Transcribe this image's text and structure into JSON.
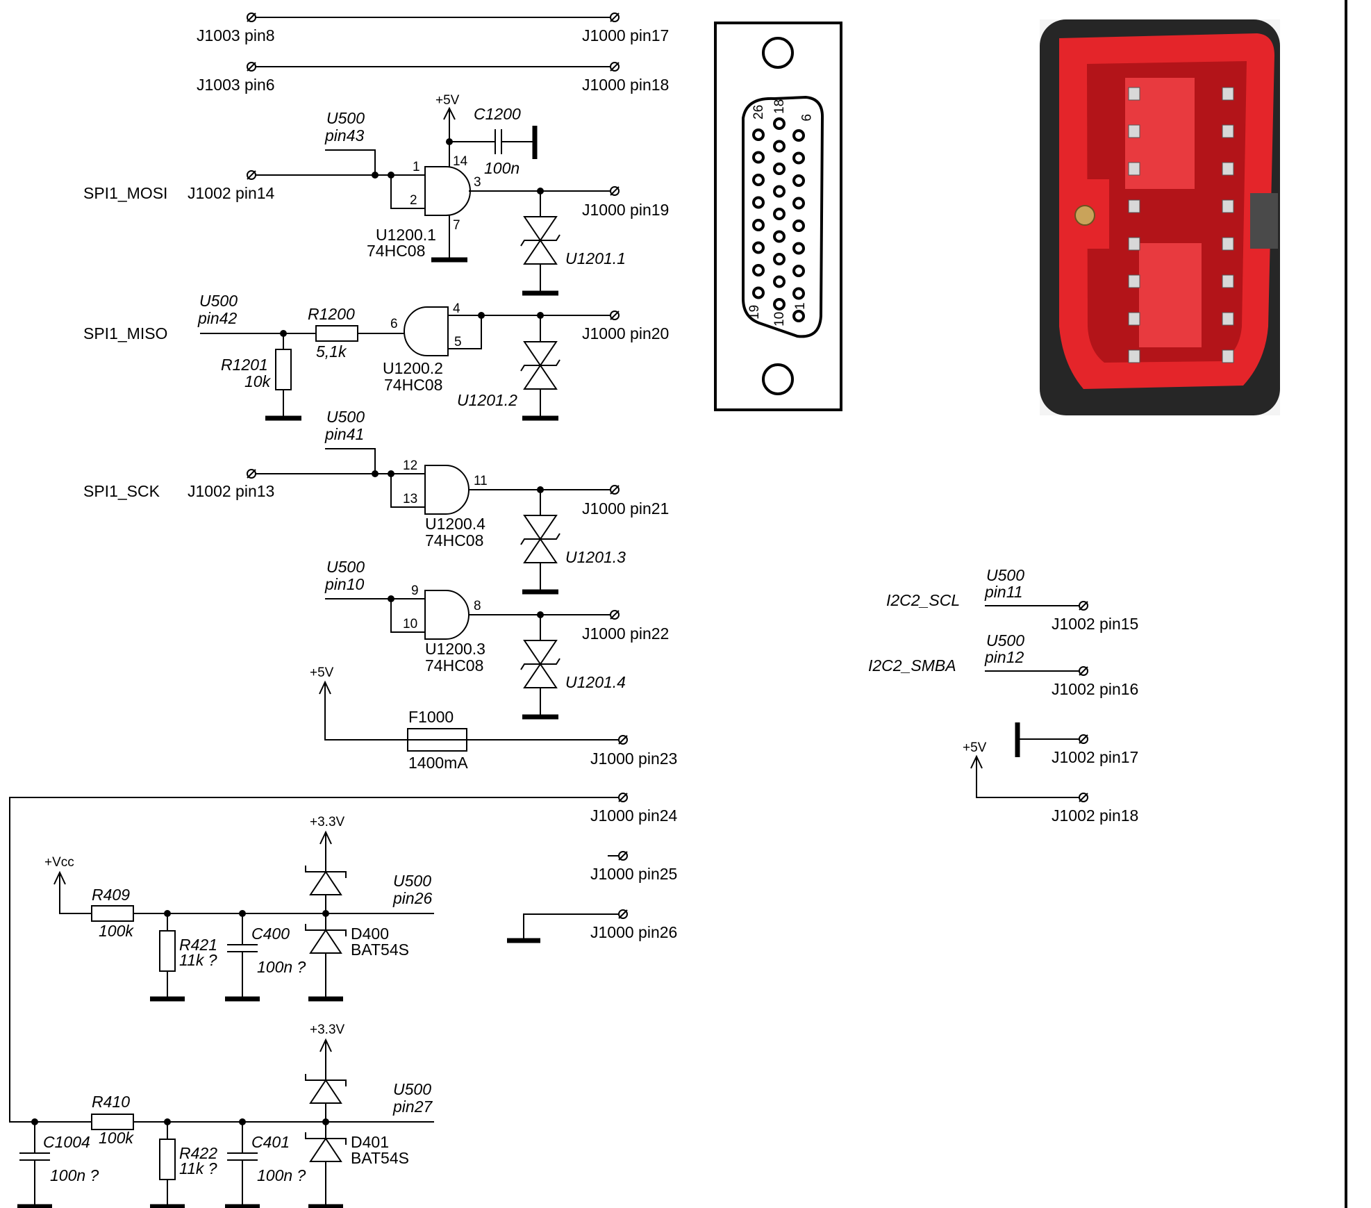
{
  "nets": {
    "j1003_pin8": "J1003 pin8",
    "j1003_pin6": "J1003 pin6",
    "j1000_pin17": "J1000 pin17",
    "j1000_pin18": "J1000 pin18",
    "j1000_pin19": "J1000 pin19",
    "j1000_pin20": "J1000 pin20",
    "j1000_pin21": "J1000 pin21",
    "j1000_pin22": "J1000 pin22",
    "j1000_pin23": "J1000 pin23",
    "j1000_pin24": "J1000 pin24",
    "j1000_pin25": "J1000 pin25",
    "j1000_pin26": "J1000 pin26",
    "j1002_pin13": "J1002 pin13",
    "j1002_pin14": "J1002 pin14",
    "j1002_pin15": "J1002 pin15",
    "j1002_pin16": "J1002 pin16",
    "j1002_pin17": "J1002 pin17",
    "j1002_pin18": "J1002 pin18"
  },
  "signals": {
    "spi1_mosi": "SPI1_MOSI",
    "spi1_miso": "SPI1_MISO",
    "spi1_sck": "SPI1_SCK",
    "i2c2_scl": "I2C2_SCL",
    "i2c2_smba": "I2C2_SMBA"
  },
  "u500": {
    "ref": "U500",
    "pin43": "pin43",
    "pin42": "pin42",
    "pin41": "pin41",
    "pin10": "pin10",
    "pin11": "pin11",
    "pin12": "pin12",
    "pin26": "pin26",
    "pin27": "pin27"
  },
  "power": {
    "p5v": "+5V",
    "p33v": "+3.3V",
    "vcc": "+Vcc"
  },
  "gates": {
    "g1": {
      "ref": "U1200.1",
      "part": "74HC08",
      "in_a": "1",
      "in_b": "2",
      "out": "3",
      "vcc": "14",
      "gnd": "7"
    },
    "g2": {
      "ref": "U1200.2",
      "part": "74HC08",
      "in_a": "4",
      "in_b": "5",
      "out": "6"
    },
    "g3": {
      "ref": "U1200.4",
      "part": "74HC08",
      "in_a": "12",
      "in_b": "13",
      "out": "11"
    },
    "g4": {
      "ref": "U1200.3",
      "part": "74HC08",
      "in_a": "9",
      "in_b": "10",
      "out": "8"
    }
  },
  "tvs": {
    "t1": "U1201.1",
    "t2": "U1201.2",
    "t3": "U1201.3",
    "t4": "U1201.4"
  },
  "components": {
    "c1200": {
      "ref": "C1200",
      "value": "100n"
    },
    "r1200": {
      "ref": "R1200",
      "value": "5,1k"
    },
    "r1201": {
      "ref": "R1201",
      "value": "10k"
    },
    "f1000": {
      "ref": "F1000",
      "value": "1400mA"
    },
    "r409": {
      "ref": "R409",
      "value": "100k"
    },
    "r421": {
      "ref": "R421",
      "value": "11k ?"
    },
    "c400": {
      "ref": "C400",
      "value": "100n ?"
    },
    "d400": {
      "ref": "D400",
      "value": "BAT54S"
    },
    "r410": {
      "ref": "R410",
      "value": "100k"
    },
    "r422": {
      "ref": "R422",
      "value": "11k ?"
    },
    "c401": {
      "ref": "C401",
      "value": "100n ?"
    },
    "d401": {
      "ref": "D401",
      "value": "BAT54S"
    },
    "c1004": {
      "ref": "C1004",
      "value": "100n ?"
    }
  },
  "connector": {
    "labels": [
      "26",
      "18",
      "9",
      "19",
      "10",
      "1"
    ]
  },
  "photo": {
    "description": "",
    "colors": {
      "body": "#e4252a",
      "dark": "#b31419",
      "highlight": "#f2555a",
      "frame": "#2a2a2a"
    }
  }
}
